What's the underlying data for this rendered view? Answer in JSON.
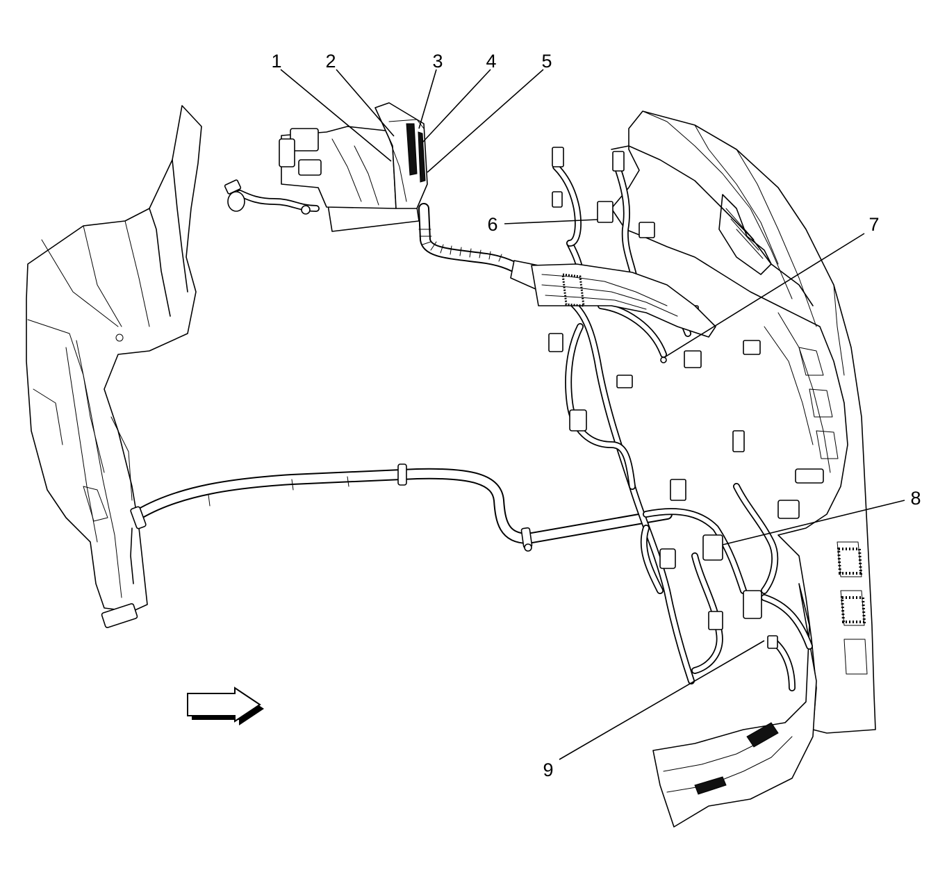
{
  "callouts": [
    {
      "label": "1"
    },
    {
      "label": "2"
    },
    {
      "label": "3"
    },
    {
      "label": "4"
    },
    {
      "label": "5"
    },
    {
      "label": "6"
    },
    {
      "label": "7"
    },
    {
      "label": "8"
    },
    {
      "label": "9"
    }
  ]
}
